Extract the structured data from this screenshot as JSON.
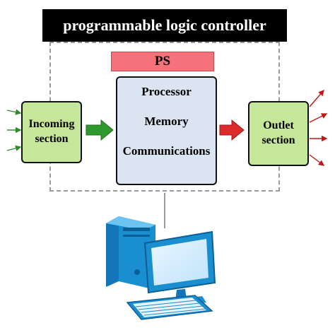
{
  "title": "programmable logic controller",
  "ps_label": "PS",
  "cpu": {
    "line1": "Processor",
    "line2": "Memory",
    "line3": "Communications"
  },
  "incoming": {
    "line1": "Incoming",
    "line2": "section"
  },
  "outlet": {
    "line1": "Outlet",
    "line2": "section"
  },
  "colors": {
    "title_bg": "#000000",
    "ps_fill": "#f5727a",
    "cpu_fill": "#dbe5f1",
    "section_fill": "#c6e69a",
    "input_arrow": "#2e8b2e",
    "output_arrow": "#d42a2a",
    "computer": "#1a8fd0"
  },
  "icons": [
    "green-arrow-icon",
    "red-arrow-icon",
    "desktop-computer-icon",
    "keyboard-icon"
  ]
}
